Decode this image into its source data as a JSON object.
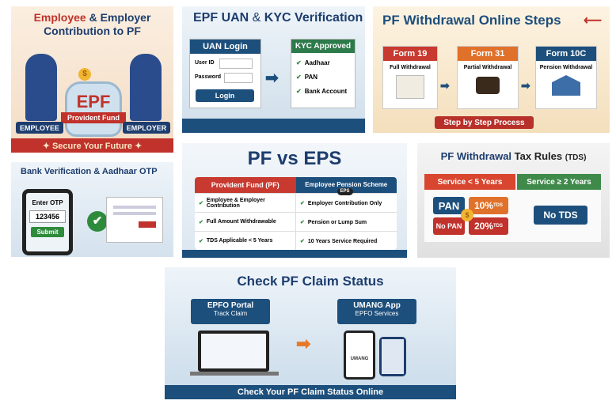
{
  "p1": {
    "title_a": "Employee",
    "title_b": " & Employer",
    "title_c": "Contribution to PF",
    "jar": "EPF",
    "jar_label": "Provident Fund",
    "left": "EMPLOYEE",
    "right": "EMPLOYER",
    "banner": "✦  Secure Your Future  ✦",
    "coin": "$"
  },
  "p2": {
    "title_a": "EPF UAN",
    "title_b": " & ",
    "title_c": "KYC Verification",
    "login_head": "UAN Login",
    "user_label": "User ID",
    "pass_label": "Password",
    "login_btn": "Login",
    "kyc_head": "KYC Approved",
    "kyc": [
      "Aadhaar",
      "PAN",
      "Bank Account"
    ]
  },
  "p3": {
    "title": "PF Withdrawal Online Steps",
    "steps": [
      {
        "form": "Form 19",
        "desc": "Full Withdrawal"
      },
      {
        "form": "Form 31",
        "desc": "Partial Withdrawal"
      },
      {
        "form": "Form 10C",
        "desc": "Pension Withdrawal"
      }
    ],
    "banner": "Step by Step Process"
  },
  "p4": {
    "title": "Bank Verification & Aadhaar OTP",
    "otp_label": "Enter OTP",
    "otp_value": "123456",
    "submit": "Submit"
  },
  "p5": {
    "title_a": "PF",
    "title_b": " vs ",
    "title_c": "EPS",
    "col1": "Provident Fund (PF)",
    "col2": "Employee Pension Scheme",
    "col2_badge": "EPS",
    "rows": [
      [
        "Employee & Employer Contribution",
        "Employer Contribution Only"
      ],
      [
        "Full Amount Withdrawable",
        "Pension or Lump Sum"
      ],
      [
        "TDS Applicable < 5 Years",
        "10 Years Service Required"
      ]
    ]
  },
  "p6": {
    "title_a": "PF Withdrawal",
    "title_b": " Tax Rules ",
    "title_c": "(TDS)",
    "h1": "Service < 5 Years",
    "h2": "Service ≥ 2 Years",
    "pan": "PAN",
    "pan_rate": "10%",
    "nopan": "No PAN",
    "nopan_rate": "20%",
    "tds": "TDS",
    "notds": "No TDS",
    "coin": "$"
  },
  "p7": {
    "title": "Check PF Claim Status",
    "portal": "EPFO Portal",
    "portal_sub": "Track Claim",
    "app": "UMANG App",
    "app_sub": "EPFO Services",
    "umang": "UMANG",
    "footer": "Check Your PF Claim Status Online"
  }
}
